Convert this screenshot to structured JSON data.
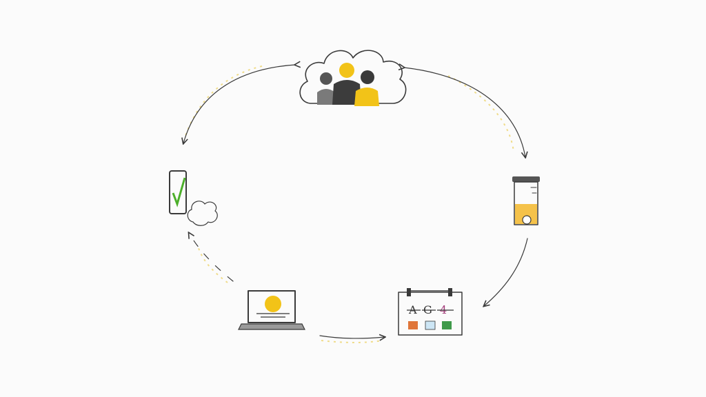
{
  "diagram": {
    "style": "hand-drawn cycle",
    "nodes": [
      {
        "id": "cloud-people",
        "icon": "cloud-with-people-icon"
      },
      {
        "id": "jar",
        "icon": "container-jar-icon"
      },
      {
        "id": "calendar-board",
        "icon": "calendar-board-icon"
      },
      {
        "id": "laptop",
        "icon": "laptop-icon"
      },
      {
        "id": "phone-check",
        "icon": "phone-checkmark-icon"
      }
    ],
    "edges": [
      {
        "from": "cloud-people",
        "to": "jar"
      },
      {
        "from": "jar",
        "to": "calendar-board"
      },
      {
        "from": "laptop",
        "to": "calendar-board"
      },
      {
        "from": "laptop",
        "to": "phone-check"
      },
      {
        "from": "cloud-people",
        "to": "phone-check"
      }
    ],
    "colors": {
      "ink": "#3a3a3a",
      "accent": "#f2c318",
      "highlight": "#f0dc8a",
      "screen": "#bfe0ee",
      "check": "#4caf2a",
      "background": "#fbfbfb"
    }
  }
}
